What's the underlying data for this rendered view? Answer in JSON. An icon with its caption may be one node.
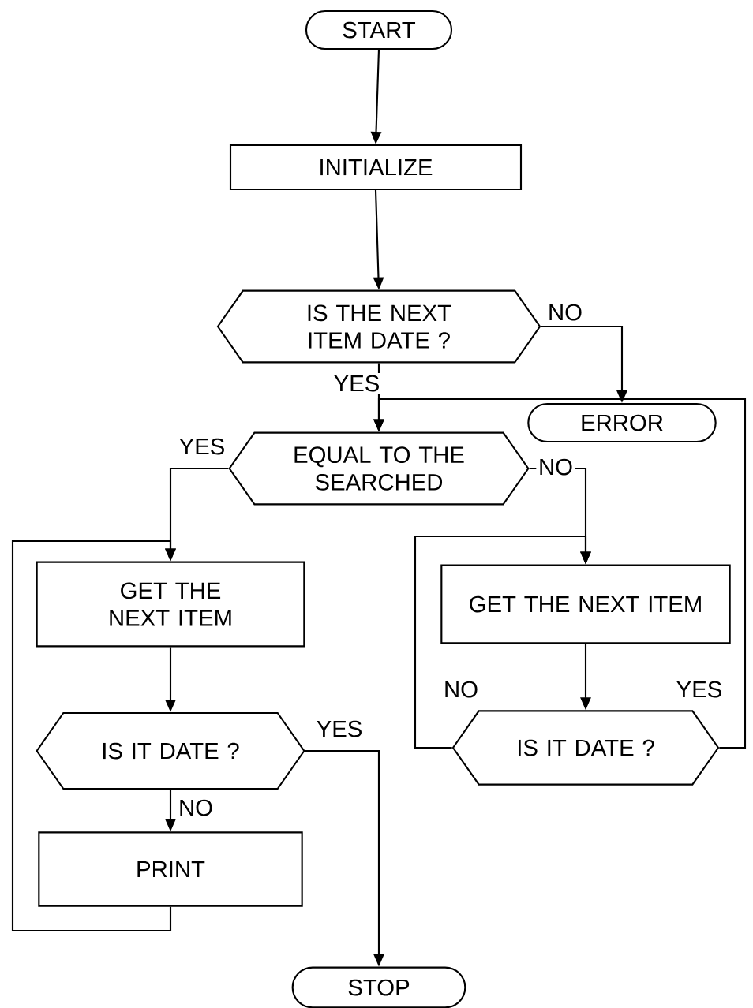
{
  "diagram": {
    "nodes": [
      {
        "text": [
          "START"
        ]
      },
      {
        "text": [
          "INITIALIZE"
        ]
      },
      {
        "text": [
          "IS THE NEXT ITEM DATE ?"
        ]
      },
      {
        "text": [
          "ERROR"
        ]
      },
      {
        "text": [
          "EQUAL TO THE SEARCHED"
        ]
      },
      {
        "text": [
          "GET THE NEXT ITEM"
        ]
      },
      {
        "text": [
          "GET THE NEXT ITEM"
        ]
      },
      {
        "text": [
          "IS IT DATE ?"
        ]
      },
      {
        "text": [
          "IS IT DATE ?"
        ]
      },
      {
        "text": [
          "PRINT"
        ]
      },
      {
        "text": [
          "STOP"
        ]
      }
    ],
    "edges": [
      {
        "from": 0,
        "to": 1,
        "arrow": "to"
      },
      {
        "from": 1,
        "to": 2,
        "arrow": "to"
      },
      {
        "from": 2,
        "to": 3,
        "arrow": "to",
        "label": "NO"
      },
      {
        "from": 2,
        "to": 4,
        "arrow": "to",
        "label": "YES"
      },
      {
        "from": 4,
        "to": 5,
        "arrow": "to",
        "label": "YES"
      },
      {
        "from": 4,
        "to": 6,
        "arrow": "to",
        "label": "NO"
      },
      {
        "from": 5,
        "to": 7,
        "arrow": "to"
      },
      {
        "from": 7,
        "to": 9,
        "arrow": "to",
        "label": "NO"
      },
      {
        "from": 7,
        "to": 10,
        "arrow": "to",
        "label": "YES"
      },
      {
        "from": 9,
        "to": 5,
        "arrow": "to"
      },
      {
        "from": 6,
        "to": 8,
        "arrow": "to"
      },
      {
        "from": 8,
        "to": 6,
        "arrow": "to",
        "label": "NO"
      },
      {
        "from": 8,
        "to": 4,
        "arrow": "to",
        "label": "YES"
      }
    ]
  }
}
